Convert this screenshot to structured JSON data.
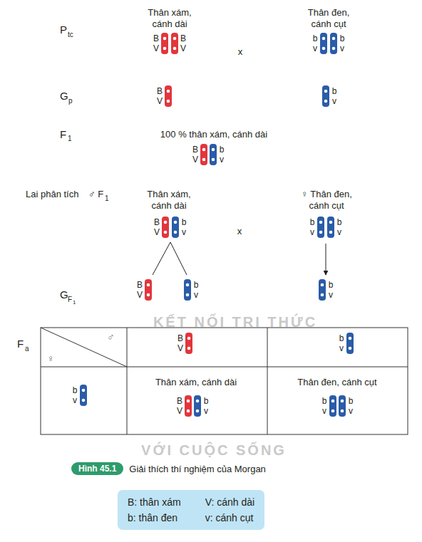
{
  "diagram": {
    "caption": "Giải thích thí nghiệm của Morgan",
    "nodes": [
      {
        "text": [
          "Hình 45.1"
        ]
      },
      {
        "text": [
          "B: thân xám",
          "V: cánh dài",
          "b: thân đen",
          "v: cánh cụt"
        ]
      }
    ],
    "labels": [
      "P",
      "tc",
      "Thân xám, cánh dài",
      "Thân đen, cánh cụt",
      "B",
      "V",
      "B",
      "V",
      "x",
      "b",
      "v",
      "b",
      "v",
      "G",
      "p",
      "B",
      "V",
      "b",
      "v",
      "F",
      "1",
      "100 % thân xám, cánh dài",
      "B",
      "V",
      "b",
      "v",
      "Lai phân tích",
      "♂ F",
      "1",
      "Thân xám, cánh dài",
      "♀ Thân đen, cánh cụt",
      "B",
      "V",
      "b",
      "v",
      "x",
      "b",
      "v",
      "b",
      "v",
      "G",
      "F",
      "1",
      "B",
      "V",
      "b",
      "v",
      "b",
      "v",
      "F",
      "a",
      "♀",
      "♂",
      "B",
      "V",
      "b",
      "v",
      "b",
      "v",
      "Thân xám, cánh dài",
      "B",
      "V",
      "b",
      "v",
      "Thân đen, cánh cụt",
      "b",
      "v",
      "b",
      "v",
      "KẾT NỐI TRI THỨC",
      "VỚI CUỘC SỐNG"
    ]
  }
}
